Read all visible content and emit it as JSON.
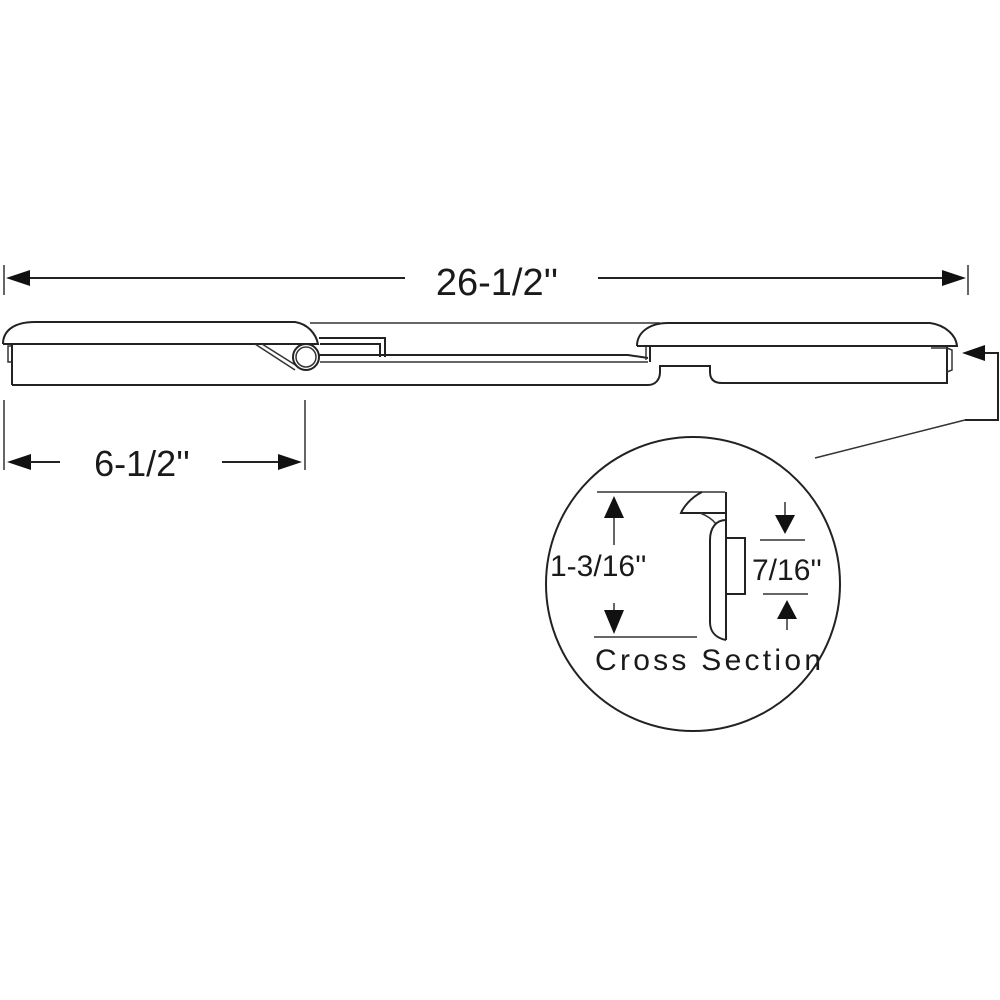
{
  "diagram": {
    "overall_length": "26-1/2''",
    "hinge_offset": "6-1/2''",
    "cross_section": {
      "height": "1-3/16''",
      "depth": "7/16''",
      "caption": "Cross Section"
    },
    "colors": {
      "line": "#222222",
      "background": "#ffffff"
    }
  }
}
